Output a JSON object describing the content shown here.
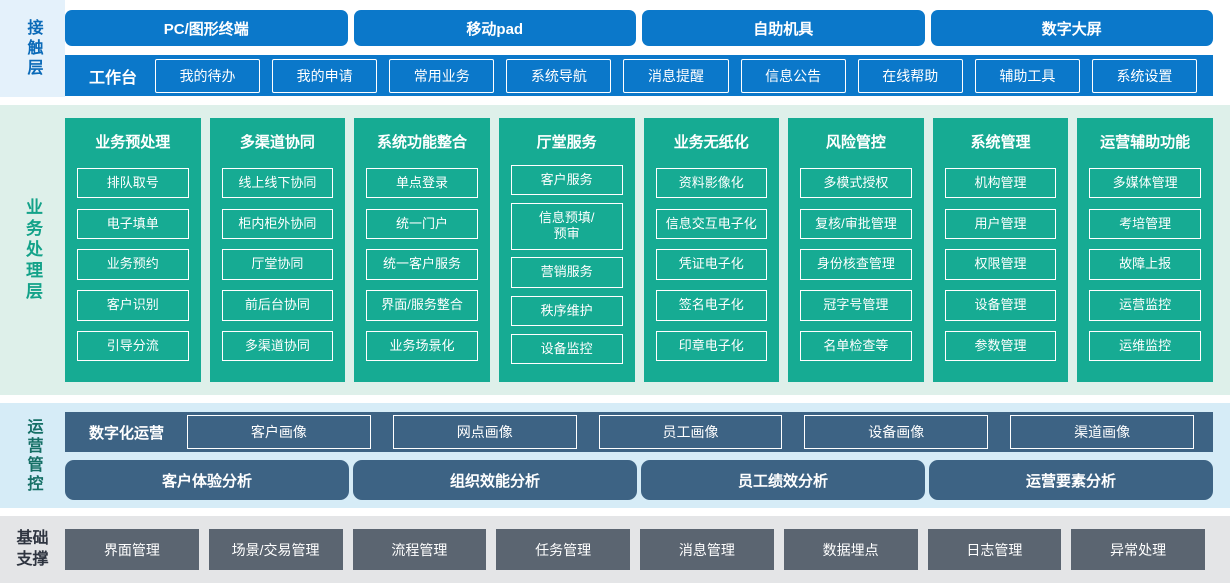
{
  "contact": {
    "label": "接触层",
    "terminals": [
      "PC/图形终端",
      "移动pad",
      "自助机具",
      "数字大屏"
    ],
    "workbench": {
      "label": "工作台",
      "items": [
        "我的待办",
        "我的申请",
        "常用业务",
        "系统导航",
        "消息提醒",
        "信息公告",
        "在线帮助",
        "辅助工具",
        "系统设置"
      ]
    }
  },
  "business": {
    "label": "业务处理层",
    "columns": [
      {
        "title": "业务预处理",
        "items": [
          "排队取号",
          "电子填单",
          "业务预约",
          "客户识别",
          "引导分流"
        ]
      },
      {
        "title": "多渠道协同",
        "items": [
          "线上线下协同",
          "柜内柜外协同",
          "厅堂协同",
          "前后台协同",
          "多渠道协同"
        ]
      },
      {
        "title": "系统功能整合",
        "items": [
          "单点登录",
          "统一门户",
          "统一客户服务",
          "界面/服务整合",
          "业务场景化"
        ]
      },
      {
        "title": "厅堂服务",
        "items": [
          "客户服务",
          "信息预填/\n预审",
          "营销服务",
          "秩序维护",
          "设备监控"
        ]
      },
      {
        "title": "业务无纸化",
        "items": [
          "资料影像化",
          "信息交互电子化",
          "凭证电子化",
          "签名电子化",
          "印章电子化"
        ]
      },
      {
        "title": "风险管控",
        "items": [
          "多模式授权",
          "复核/审批管理",
          "身份核查管理",
          "冠字号管理",
          "名单检查等"
        ]
      },
      {
        "title": "系统管理",
        "items": [
          "机构管理",
          "用户管理",
          "权限管理",
          "设备管理",
          "参数管理"
        ]
      },
      {
        "title": "运营辅助功能",
        "items": [
          "多媒体管理",
          "考培管理",
          "故障上报",
          "运营监控",
          "运维监控"
        ]
      }
    ]
  },
  "ops": {
    "label": "运营管控",
    "digital": {
      "label": "数字化运营",
      "items": [
        "客户画像",
        "网点画像",
        "员工画像",
        "设备画像",
        "渠道画像"
      ]
    },
    "analysis": [
      "客户体验分析",
      "组织效能分析",
      "员工绩效分析",
      "运营要素分析"
    ]
  },
  "foundation": {
    "label": "基础支撑",
    "items": [
      "界面管理",
      "场景/交易管理",
      "流程管理",
      "任务管理",
      "消息管理",
      "数据埋点",
      "日志管理",
      "异常处理"
    ]
  },
  "colors": {
    "primary_blue": "#0b78ca",
    "teal_green": "#16ab93",
    "slate_blue": "#3d6384",
    "dark_gray": "#5b6571",
    "mint_bg": "#def0ea",
    "light_blue_bg": "#d6ecf7",
    "gray_bg": "#e4e5e7",
    "contact_label_blue": "#0a6ab8",
    "business_label_green": "#13a289",
    "ops_label_teal": "#156f66",
    "foundation_label_dark": "#2e3440"
  }
}
